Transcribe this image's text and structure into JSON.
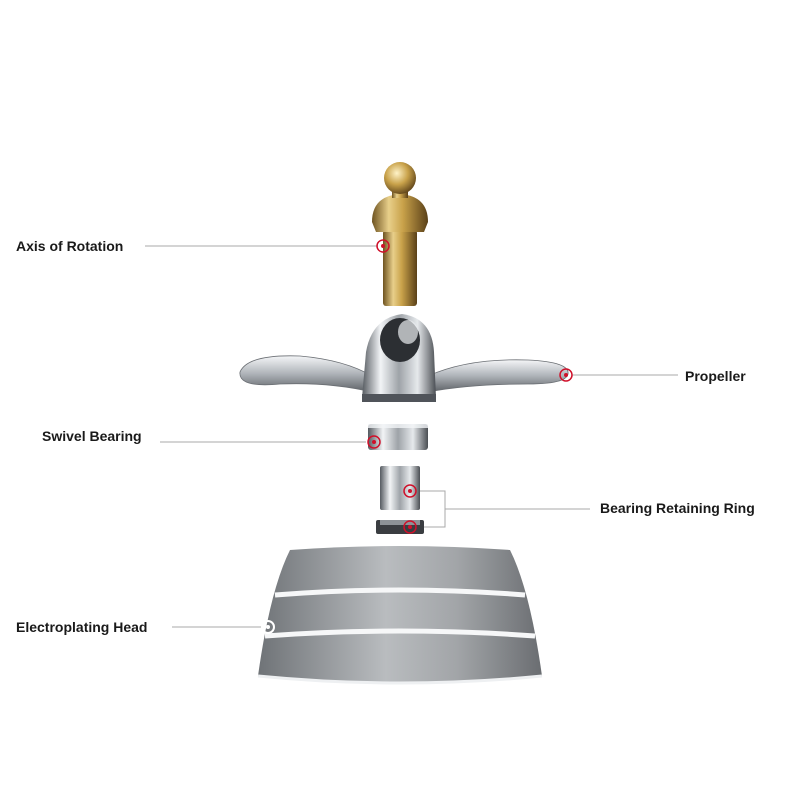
{
  "labels": {
    "axis_of_rotation": "Axis of Rotation",
    "propeller": "Propeller",
    "swivel_bearing": "Swivel Bearing",
    "bearing_retaining_ring": "Bearing Retaining Ring",
    "electroplating_head": "Electroplating Head"
  },
  "colors": {
    "leader_line": "#a8a8a8",
    "marker": "#d0102a",
    "brass": "#c9a24a",
    "chrome": "#c8ccd0",
    "brushed_steel": "#9a9ea2"
  }
}
